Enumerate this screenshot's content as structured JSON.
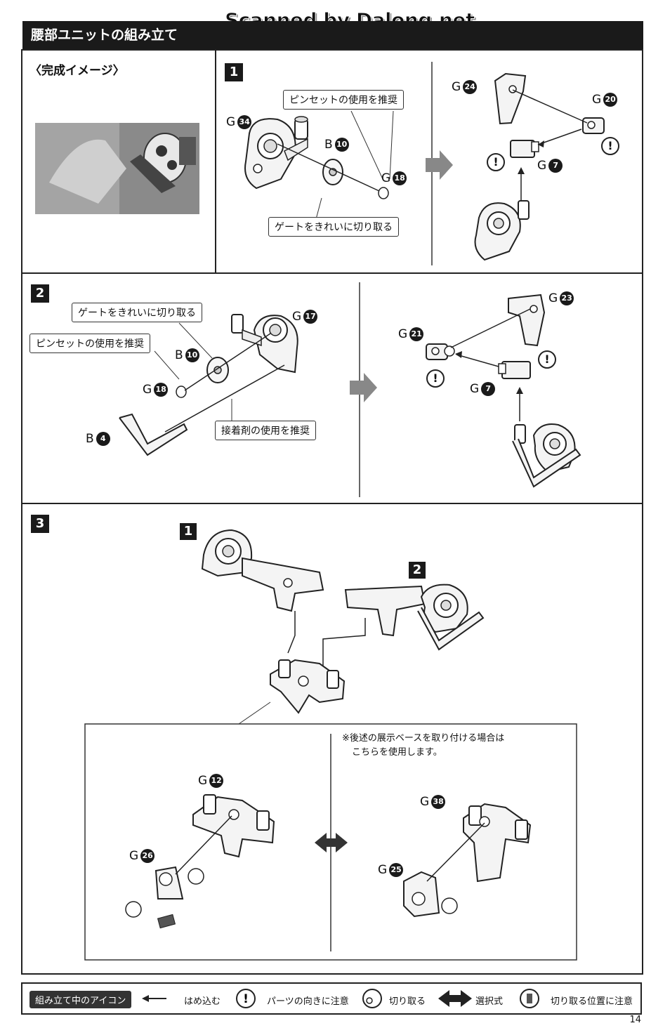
{
  "watermark": "Scanned by Dalong.net",
  "header": {
    "title": "腰部ユニットの組み立て"
  },
  "preview": {
    "label": "〈完成イメージ〉"
  },
  "step1": {
    "number": "1",
    "callout_tweezers": "ピンセットの使用を推奨",
    "callout_gate": "ゲートをきれいに切り取る",
    "parts_left": [
      {
        "letter": "G",
        "num": "34"
      },
      {
        "letter": "B",
        "num": "10"
      },
      {
        "letter": "G",
        "num": "18"
      }
    ],
    "parts_right": [
      {
        "letter": "G",
        "num": "24"
      },
      {
        "letter": "G",
        "num": "20"
      },
      {
        "letter": "G",
        "num": "7"
      }
    ]
  },
  "step2": {
    "number": "2",
    "callout_gate": "ゲートをきれいに切り取る",
    "callout_tweezers": "ピンセットの使用を推奨",
    "callout_glue": "接着剤の使用を推奨",
    "parts_left": [
      {
        "letter": "G",
        "num": "17"
      },
      {
        "letter": "B",
        "num": "10"
      },
      {
        "letter": "G",
        "num": "18"
      },
      {
        "letter": "B",
        "num": "4"
      }
    ],
    "parts_right": [
      {
        "letter": "G",
        "num": "23"
      },
      {
        "letter": "G",
        "num": "21"
      },
      {
        "letter": "G",
        "num": "7"
      }
    ]
  },
  "step3": {
    "number": "3",
    "sub1": "1",
    "sub2": "2",
    "note_line1": "※後述の展示ベースを取り付ける場合は",
    "note_line2": "こちらを使用します。",
    "parts_left": [
      {
        "letter": "G",
        "num": "12"
      },
      {
        "letter": "G",
        "num": "26"
      }
    ],
    "parts_right": [
      {
        "letter": "G",
        "num": "38"
      },
      {
        "letter": "G",
        "num": "25"
      }
    ]
  },
  "legend": {
    "title": "組み立て中のアイコン",
    "items": [
      {
        "icon": "arrow-icon",
        "label": "はめ込む"
      },
      {
        "icon": "exclamation-icon",
        "label": "パーツの向きに注意"
      },
      {
        "icon": "cut-icon",
        "label": "切り取る"
      },
      {
        "icon": "double-arrow-icon",
        "label": "選択式"
      },
      {
        "icon": "cut-position-icon",
        "label": "切り取る位置に注意"
      }
    ]
  },
  "page_number": "14"
}
